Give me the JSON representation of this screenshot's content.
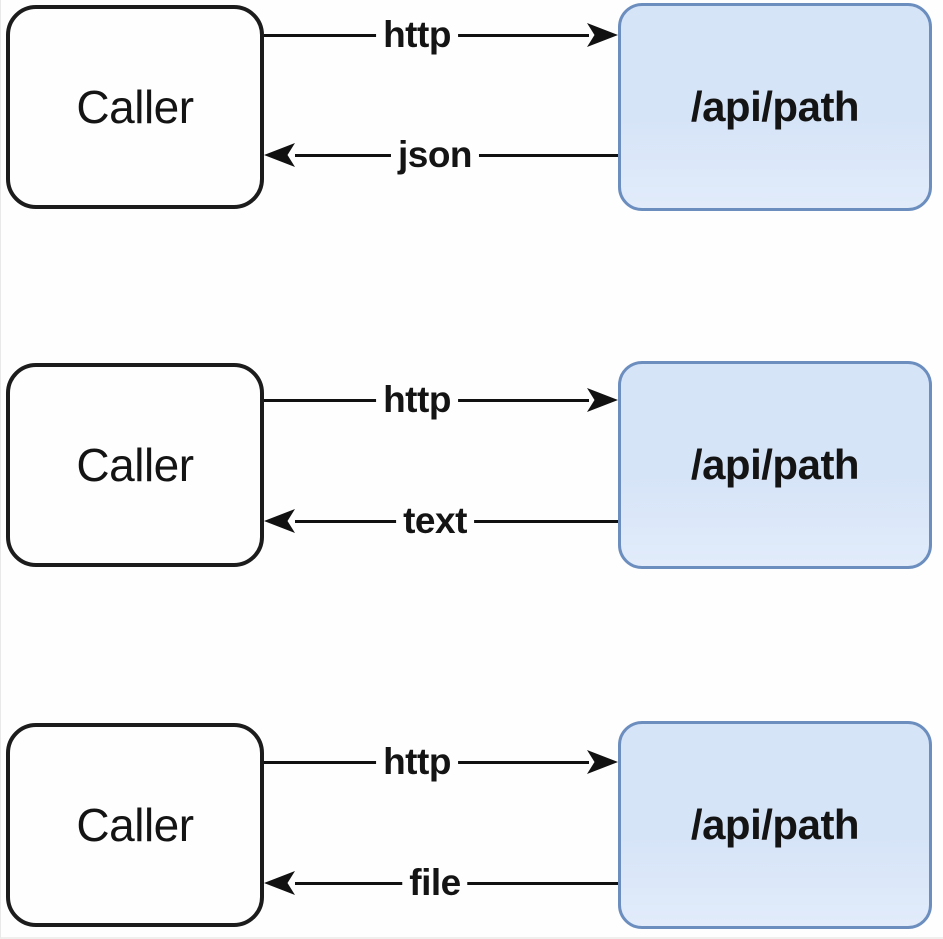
{
  "diagram": {
    "background": "#fefefe",
    "arrow_color": "#111111",
    "caller_fill": "#fefefe",
    "caller_border": "#1c1c1c",
    "endpoint_fill": "#d6e4f8",
    "endpoint_border": "#6c8ebf",
    "rows": [
      {
        "caller_label": "Caller",
        "endpoint_label": "/api/path",
        "request_label": "http",
        "response_label": "json"
      },
      {
        "caller_label": "Caller",
        "endpoint_label": "/api/path",
        "request_label": "http",
        "response_label": "text"
      },
      {
        "caller_label": "Caller",
        "endpoint_label": "/api/path",
        "request_label": "http",
        "response_label": "file"
      }
    ]
  }
}
